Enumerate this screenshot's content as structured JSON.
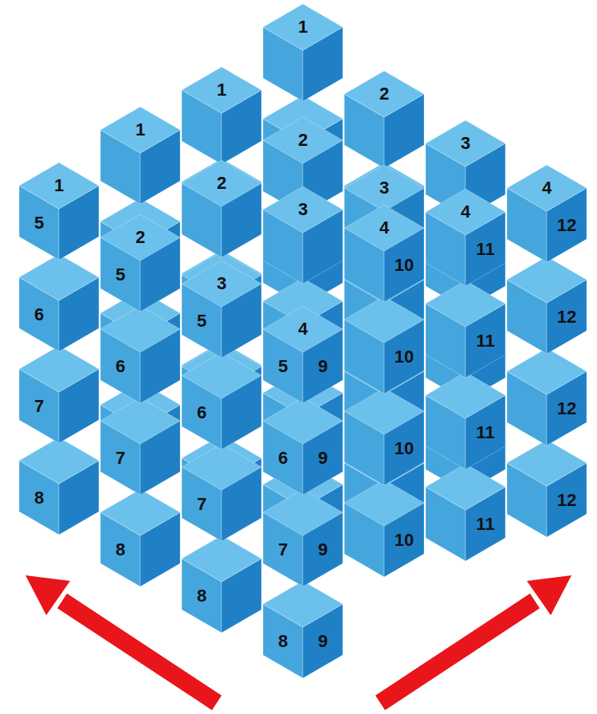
{
  "diagram": {
    "labels": [
      "1",
      "1",
      "2",
      "1",
      "2",
      "3",
      "1",
      "2",
      "3",
      "4",
      "2",
      "3",
      "4",
      "3",
      "4",
      "4",
      "5",
      "5",
      "5",
      "5",
      "6",
      "6",
      "6",
      "6",
      "7",
      "7",
      "7",
      "7",
      "8",
      "8",
      "8",
      "8",
      "9",
      "10",
      "11",
      "12",
      "9",
      "10",
      "11",
      "12",
      "9",
      "10",
      "11",
      "12",
      "9",
      "10",
      "11",
      "12"
    ]
  }
}
